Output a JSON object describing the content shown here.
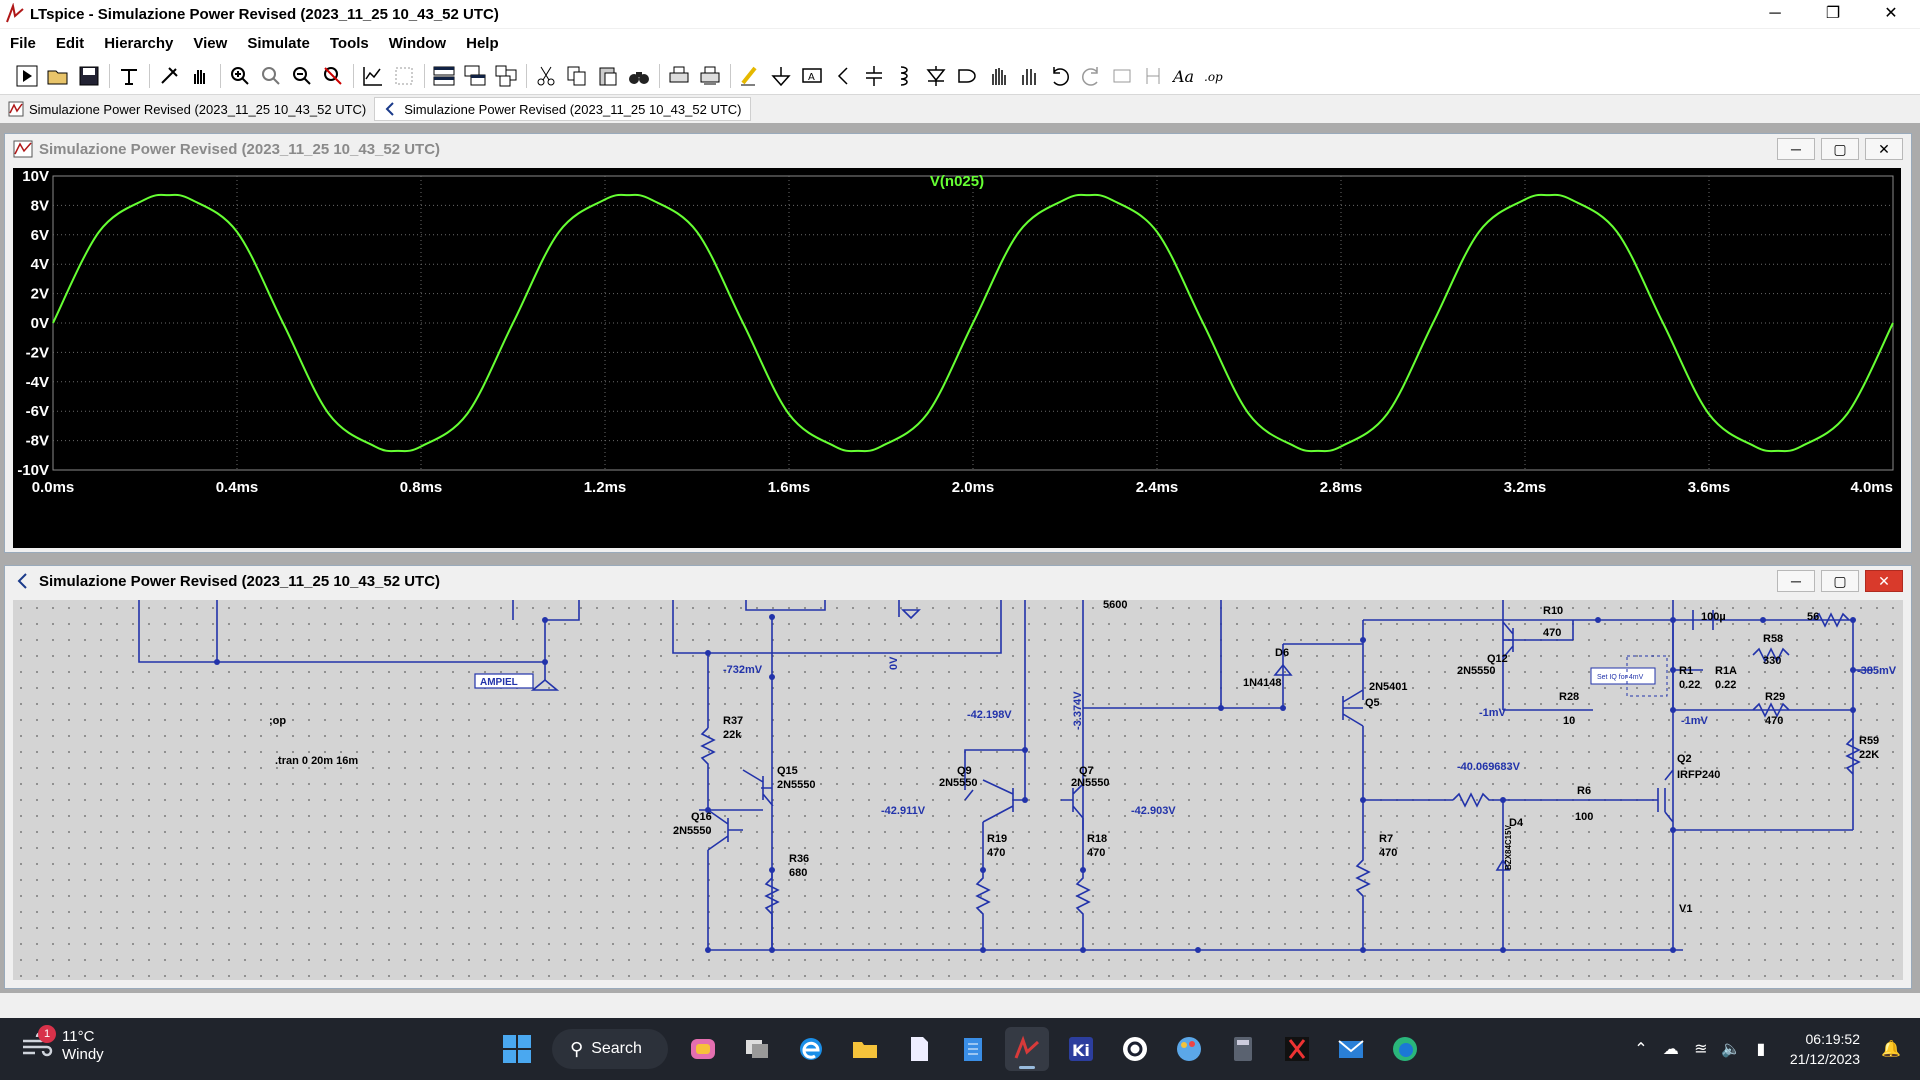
{
  "window": {
    "title": "LTspice - Simulazione Power Revised (2023_11_25 10_43_52 UTC)",
    "controls": [
      "─",
      "❐",
      "✕"
    ]
  },
  "menu": [
    "File",
    "Edit",
    "Hierarchy",
    "View",
    "Simulate",
    "Tools",
    "Window",
    "Help"
  ],
  "toolbar": {
    "icons": [
      "run-icon",
      "open-icon",
      "save-icon",
      "control-panel-icon",
      "halt-icon",
      "pan-icon",
      "zoom-in-icon",
      "zoom-area-icon",
      "zoom-out-icon",
      "zoom-cancel-icon",
      "autorange-icon",
      "zoom-full-icon",
      "tile-horizontal-icon",
      "cascade-icon",
      "tile-vertical-icon",
      "cut-icon",
      "copy-icon",
      "paste-icon",
      "find-icon",
      "print-icon",
      "print-preview-icon",
      "draw-wire-icon",
      "ground-icon",
      "label-net-icon",
      "resistor-icon",
      "capacitor-icon",
      "inductor-icon",
      "diode-icon",
      "component-icon",
      "move-icon",
      "drag-icon",
      "undo-icon",
      "redo-icon",
      "rotate-icon",
      "mirror-icon",
      "text-icon",
      "spice-directive-icon"
    ],
    "spice_label": ".op"
  },
  "doc_tabs": [
    {
      "label": "Simulazione Power Revised (2023_11_25 10_43_52 UTC)",
      "active": false
    },
    {
      "label": "Simulazione Power Revised (2023_11_25 10_43_52 UTC)",
      "active": true
    }
  ],
  "waveform_window": {
    "title": "Simulazione Power Revised (2023_11_25 10_43_52 UTC)",
    "controls": [
      "─",
      "▢",
      "✕"
    ]
  },
  "schematic_window": {
    "title": "Simulazione Power Revised (2023_11_25 10_43_52 UTC)",
    "controls": [
      "─",
      "▢",
      "✕"
    ]
  },
  "chart_data": {
    "type": "line",
    "title": "V(n025)",
    "x_ticks": [
      "0.0ms",
      "0.4ms",
      "0.8ms",
      "1.2ms",
      "1.6ms",
      "2.0ms",
      "2.4ms",
      "2.8ms",
      "3.2ms",
      "3.6ms",
      "4.0ms"
    ],
    "y_ticks": [
      "10V",
      "8V",
      "6V",
      "4V",
      "2V",
      "0V",
      "-2V",
      "-4V",
      "-6V",
      "-8V",
      "-10V"
    ],
    "xlim": [
      0,
      4.0
    ],
    "ylim": [
      -10,
      10
    ],
    "x_unit": "ms",
    "grid": true,
    "series": [
      {
        "name": "V(n025)",
        "color": "#66ff33",
        "x": [
          0.0,
          0.1,
          0.2,
          0.25,
          0.3,
          0.4,
          0.5,
          0.6,
          0.7,
          0.75,
          0.8,
          0.9,
          1.0,
          1.1,
          1.2,
          1.25,
          1.3,
          1.4,
          1.5,
          1.6,
          1.7,
          1.75,
          1.8,
          1.9,
          2.0,
          2.1,
          2.2,
          2.25,
          2.3,
          2.4,
          2.5,
          2.6,
          2.7,
          2.75,
          2.8,
          2.9,
          3.0,
          3.1,
          3.2,
          3.25,
          3.3,
          3.4,
          3.5,
          3.6,
          3.7,
          3.75,
          3.8,
          3.9,
          4.0
        ],
        "y": [
          0.0,
          6.2,
          8.4,
          8.7,
          8.4,
          6.2,
          0.0,
          -6.2,
          -8.4,
          -8.7,
          -8.4,
          -6.2,
          0.0,
          6.2,
          8.4,
          8.7,
          8.4,
          6.2,
          0.0,
          -6.2,
          -8.4,
          -8.7,
          -8.4,
          -6.2,
          0.0,
          6.2,
          8.4,
          8.7,
          8.4,
          6.2,
          0.0,
          -6.2,
          -8.4,
          -8.7,
          -8.4,
          -6.2,
          0.0,
          6.2,
          8.4,
          8.7,
          8.4,
          6.2,
          0.0,
          -6.2,
          -8.4,
          -8.7,
          -8.4,
          -6.2,
          0.0
        ]
      }
    ]
  },
  "schematic": {
    "components": [
      {
        "ref": "R37",
        "value": "22k"
      },
      {
        "ref": "Q15",
        "value": "2N5550"
      },
      {
        "ref": "Q16",
        "value": "2N5550"
      },
      {
        "ref": "R36",
        "value": "680"
      },
      {
        "ref": "Q9",
        "value": "2N5550"
      },
      {
        "ref": "Q7",
        "value": "2N5550"
      },
      {
        "ref": "R19",
        "value": "470"
      },
      {
        "ref": "R18",
        "value": "470"
      },
      {
        "ref": "D6",
        "value": "1N4148"
      },
      {
        "ref": "Q5",
        "value": "2N5401"
      },
      {
        "ref": "R7",
        "value": "470"
      },
      {
        "ref": "D4",
        "value": "BZX84C15V"
      },
      {
        "ref": "Q12",
        "value": "2N5550"
      },
      {
        "ref": "R10",
        "value": "470"
      },
      {
        "ref": "R28",
        "value": "10"
      },
      {
        "ref": "R1",
        "value": "0.22"
      },
      {
        "ref": "R1A",
        "value": "0.22"
      },
      {
        "ref": "R6",
        "value": "100"
      },
      {
        "ref": "Q2",
        "value": "IRFP240"
      },
      {
        "ref": "R58",
        "value": "330"
      },
      {
        "ref": "R29",
        "value": "470"
      },
      {
        "ref": "R59",
        "value": "22K"
      },
      {
        "ref": "V1",
        "value": ""
      }
    ],
    "cap_label": "100µ",
    "res_top_right": "56",
    "node_labels": [
      "-732mV",
      "0V",
      "-42.198V",
      "-3.374V",
      "5600",
      "-42.911V",
      "-42.903V",
      "-40.069683V",
      "-1mV",
      "-1mV",
      "-385mV"
    ],
    "net_label": "AMPIEL",
    "directives": [
      ";op",
      ".tran 0 20m 16m"
    ],
    "note": "Set IQ for 4mV"
  },
  "taskbar": {
    "weather": {
      "temp": "11°C",
      "desc": "Windy",
      "badge": "1"
    },
    "search_label": "Search",
    "apps": [
      "copilot-icon",
      "task-view-icon",
      "edge-legacy-icon",
      "file-explorer-icon",
      "notepad-icon",
      "notes-icon",
      "ltspice-icon",
      "kicad-icon",
      "qobuz-icon",
      "paint-icon",
      "calculator-icon",
      "xcircuit-icon",
      "mail-icon",
      "edge-icon"
    ],
    "time": "06:19:52",
    "date": "21/12/2023"
  }
}
